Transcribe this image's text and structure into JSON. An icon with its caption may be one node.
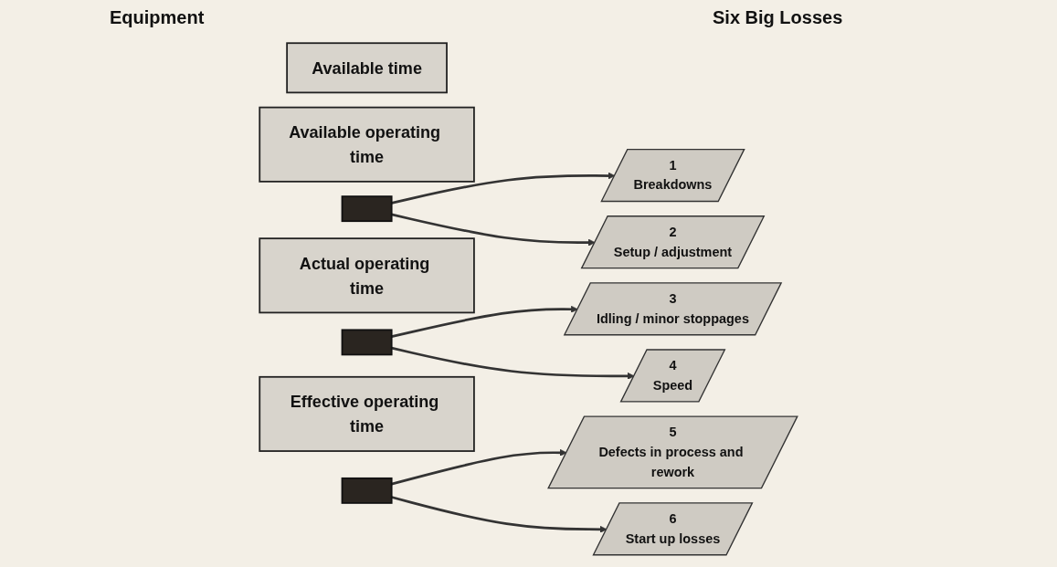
{
  "diagram": {
    "nodes": [
      {
        "text": [
          "Available time"
        ]
      },
      {
        "text": [
          "Available operating time"
        ]
      },
      {
        "text": [],
        "shape": "box"
      },
      {
        "text": [
          "Actual operating time"
        ]
      },
      {
        "text": [],
        "shape": "box"
      },
      {
        "text": [
          "Effective operating time"
        ]
      },
      {
        "text": [],
        "shape": "box"
      },
      {
        "text": [
          "1",
          "Breakdowns"
        ]
      },
      {
        "text": [
          "2",
          "Setup / adjustment"
        ]
      },
      {
        "text": [
          "3",
          "Idling / minor stoppages"
        ]
      },
      {
        "text": [
          "4",
          "Speed"
        ]
      },
      {
        "text": [
          "5",
          "Defects in process and rework"
        ]
      },
      {
        "text": [
          "6",
          "Start up losses"
        ]
      }
    ],
    "edges": [
      {
        "from": 2,
        "to": 7,
        "arrow": "to"
      },
      {
        "from": 2,
        "to": 8,
        "arrow": "to"
      },
      {
        "from": 4,
        "to": 9,
        "arrow": "to"
      },
      {
        "from": 4,
        "to": 10,
        "arrow": "to"
      },
      {
        "from": 6,
        "to": 11,
        "arrow": "to"
      },
      {
        "from": 6,
        "to": 12,
        "arrow": "to"
      }
    ],
    "labels": [
      "Equipment",
      "Six Big Losses"
    ]
  }
}
